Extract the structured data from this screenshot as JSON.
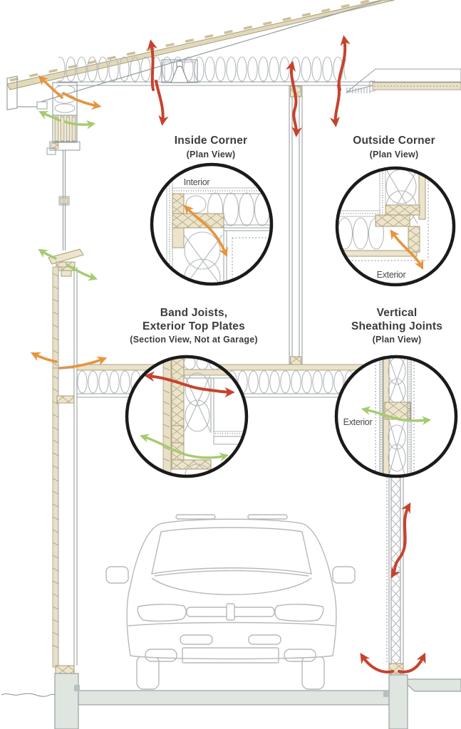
{
  "diagram": {
    "callouts": {
      "inside_corner": {
        "title": "Inside Corner",
        "subtitle": "(Plan View)",
        "area_label": "Interior"
      },
      "outside_corner": {
        "title": "Outside Corner",
        "subtitle": "(Plan View)",
        "area_label": "Exterior"
      },
      "band_joists": {
        "title_line1": "Band Joists,",
        "title_line2": "Exterior Top Plates",
        "subtitle": "(Section View, Not at Garage)"
      },
      "vertical_sheathing": {
        "title_line1": "Vertical",
        "title_line2": "Sheathing Joints",
        "subtitle": "(Plan View)",
        "area_label": "Exterior"
      }
    },
    "colors": {
      "leak_red": "#c5432e",
      "leak_orange": "#e6953f",
      "leak_green": "#a6ca70",
      "wood": "#ece4cd",
      "wood_stroke": "#a89d76",
      "concrete": "#dfe5df",
      "line_gray": "#9aa0a3",
      "ring": "#1b1b1b"
    }
  }
}
